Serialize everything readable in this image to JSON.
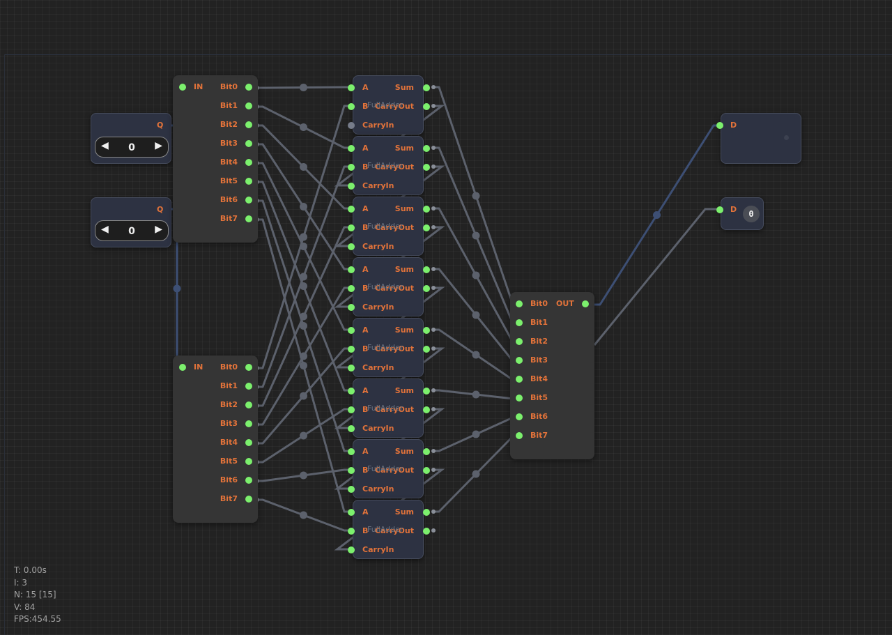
{
  "colors": {
    "port_green": "#7cf06d",
    "port_grey": "#767c8a",
    "label_orange": "#e3733a",
    "wire": "#5c616c",
    "wire_active": "#3d4f74",
    "node_bg": "#353535",
    "adder_bg": "#2d3242"
  },
  "inputs": [
    {
      "port_label": "Q",
      "value": "0"
    },
    {
      "port_label": "Q",
      "value": "0"
    }
  ],
  "splitters": [
    {
      "in_label": "IN",
      "outputs": [
        "Bit0",
        "Bit1",
        "Bit2",
        "Bit3",
        "Bit4",
        "Bit5",
        "Bit6",
        "Bit7"
      ]
    },
    {
      "in_label": "IN",
      "outputs": [
        "Bit0",
        "Bit1",
        "Bit2",
        "Bit3",
        "Bit4",
        "Bit5",
        "Bit6",
        "Bit7"
      ]
    }
  ],
  "adder": {
    "title": "FullAdder",
    "labels": {
      "a": "A",
      "b": "B",
      "carry_in": "CarryIn",
      "sum": "Sum",
      "carry_out": "CarryOut"
    },
    "count": 8
  },
  "joiner": {
    "inputs": [
      "Bit0",
      "Bit1",
      "Bit2",
      "Bit3",
      "Bit4",
      "Bit5",
      "Bit6",
      "Bit7"
    ],
    "out_label": "OUT"
  },
  "displays": [
    {
      "port_label": "D",
      "value": ""
    },
    {
      "port_label": "D",
      "value": "0"
    }
  ],
  "stats": {
    "time": "T: 0.00s",
    "iterations": "I: 3",
    "nodes": "N: 15 [15]",
    "vertices": "V: 84",
    "fps": "FPS:454.55"
  }
}
